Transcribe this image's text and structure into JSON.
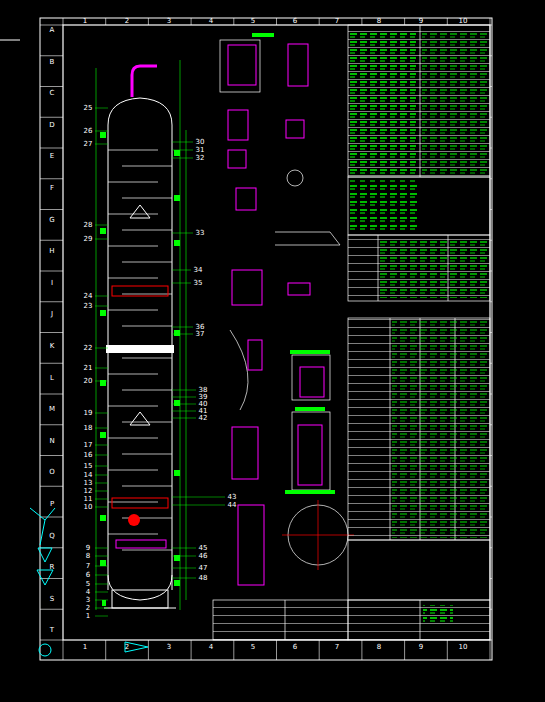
{
  "diagram": {
    "labels": [
      "A",
      "B",
      "C",
      "D",
      "E",
      "F",
      "G",
      "H",
      "I",
      "J",
      "K",
      "L",
      "M",
      "N",
      "O",
      "P",
      "Q",
      "R",
      "S",
      "T",
      "1",
      "2",
      "3",
      "4",
      "5",
      "6",
      "7",
      "8",
      "9",
      "10",
      "1",
      "2",
      "3",
      "4",
      "5",
      "6",
      "7",
      "8",
      "9",
      "10",
      "25",
      "26",
      "27",
      "28",
      "29",
      "30",
      "31",
      "32",
      "33",
      "34",
      "35",
      "36",
      "37",
      "24",
      "23",
      "22",
      "21",
      "20",
      "19",
      "18",
      "17",
      "16",
      "15",
      "14",
      "13",
      "12",
      "11",
      "10",
      "9",
      "8",
      "7",
      "6",
      "5",
      "4",
      "3",
      "2",
      "1",
      "38",
      "39",
      "40",
      "41",
      "42",
      "43",
      "44",
      "45",
      "46",
      "47",
      "48"
    ]
  }
}
